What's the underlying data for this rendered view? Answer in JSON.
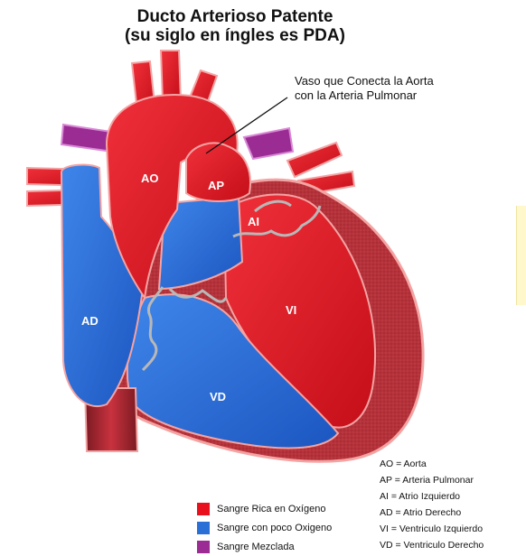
{
  "title": {
    "line1": "Ducto Arterioso Patente",
    "line2": "(su siglo en íngles es PDA)"
  },
  "callout": {
    "line1": "Vaso que Conecta la Aorta",
    "line2": "con la Arteria Pulmonar"
  },
  "labels": {
    "ao": "AO",
    "ap": "AP",
    "ai": "AI",
    "ad": "AD",
    "vi": "VI",
    "vd": "VD"
  },
  "legend": [
    {
      "label": "Sangre Rica en Oxígeno",
      "color": "#e8101c"
    },
    {
      "label": "Sangre con poco Oxigeno",
      "color": "#2a6fd6"
    },
    {
      "label": "Sangre Mezclada",
      "color": "#9b2c94"
    }
  ],
  "abbreviations": [
    "AO = Aorta",
    "AP = Arteria Pulmonar",
    "AI = Atrio Izquierdo",
    "AD = Atrio Derecho",
    "VI = Ventriculo Izquierdo",
    "VD = Ventriculo Derecho"
  ],
  "colors": {
    "oxygen_rich": "#e8101c",
    "oxygen_poor": "#2a6fd6",
    "mixed": "#9b2c94",
    "muscle": "#b5323a",
    "outline": "#f4a3a3",
    "valve": "#b8b8b8"
  }
}
